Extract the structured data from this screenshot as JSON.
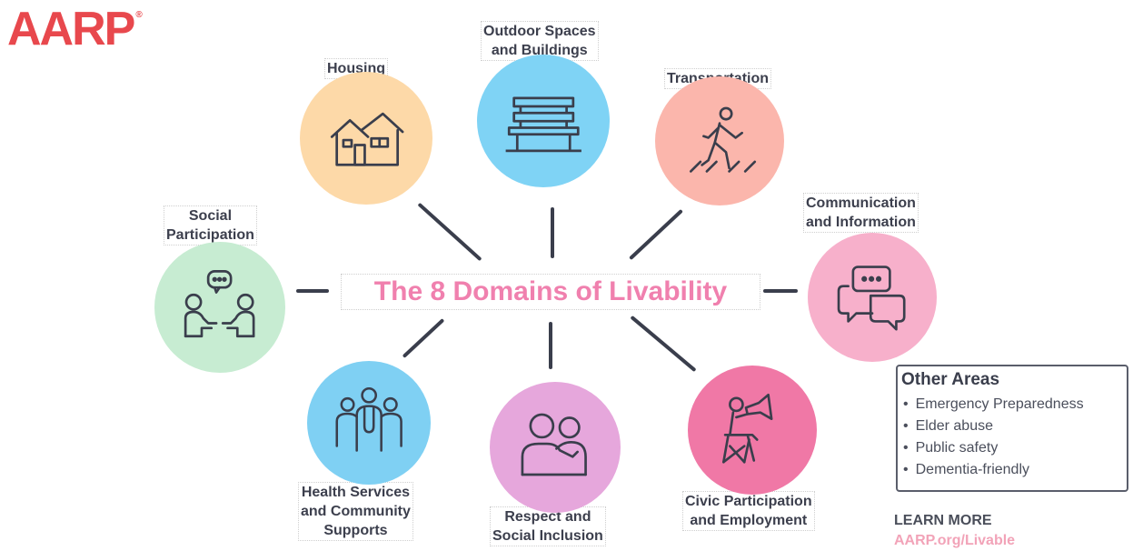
{
  "logo": {
    "text": "AARP",
    "mark": "®",
    "color": "#e8484d"
  },
  "center_title": "The 8 Domains of Livability",
  "domains": [
    {
      "label": "Housing",
      "icon": "house-icon",
      "color": "#fdd9a8"
    },
    {
      "label": "Outdoor Spaces\nand Buildings",
      "icon": "bench-icon",
      "color": "#7fd3f5"
    },
    {
      "label": "Transportation",
      "icon": "pedestrian-icon",
      "color": "#fbb6ac"
    },
    {
      "label": "Communication\nand Information",
      "icon": "speech-bubbles-icon",
      "color": "#f7b0cb"
    },
    {
      "label": "Civic Participation\nand Employment",
      "icon": "megaphone-person-icon",
      "color": "#f078a6"
    },
    {
      "label": "Respect and\nSocial Inclusion",
      "icon": "embrace-icon",
      "color": "#e6a7dc"
    },
    {
      "label": "Health Services\nand Community\nSupports",
      "icon": "medical-team-icon",
      "color": "#7fd0f3"
    },
    {
      "label": "Social\nParticipation",
      "icon": "conversation-icon",
      "color": "#c7ecd2"
    }
  ],
  "other_areas": {
    "title": "Other Areas",
    "items": [
      "Emergency Preparedness",
      "Elder abuse",
      "Public safety",
      "Dementia-friendly"
    ]
  },
  "learn_more": {
    "heading": "LEARN MORE",
    "link": "AARP.org/Livable"
  }
}
